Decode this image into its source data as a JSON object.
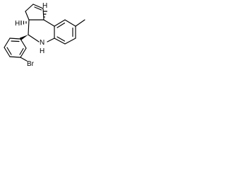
{
  "atom_labels": {
    "amine_n": "N",
    "amine_h": "H",
    "bromine": "Br",
    "stereo_h_top": "H",
    "stereo_h_mid": "H"
  },
  "colors": {
    "ink": "#000000",
    "background": "#ffffff"
  }
}
